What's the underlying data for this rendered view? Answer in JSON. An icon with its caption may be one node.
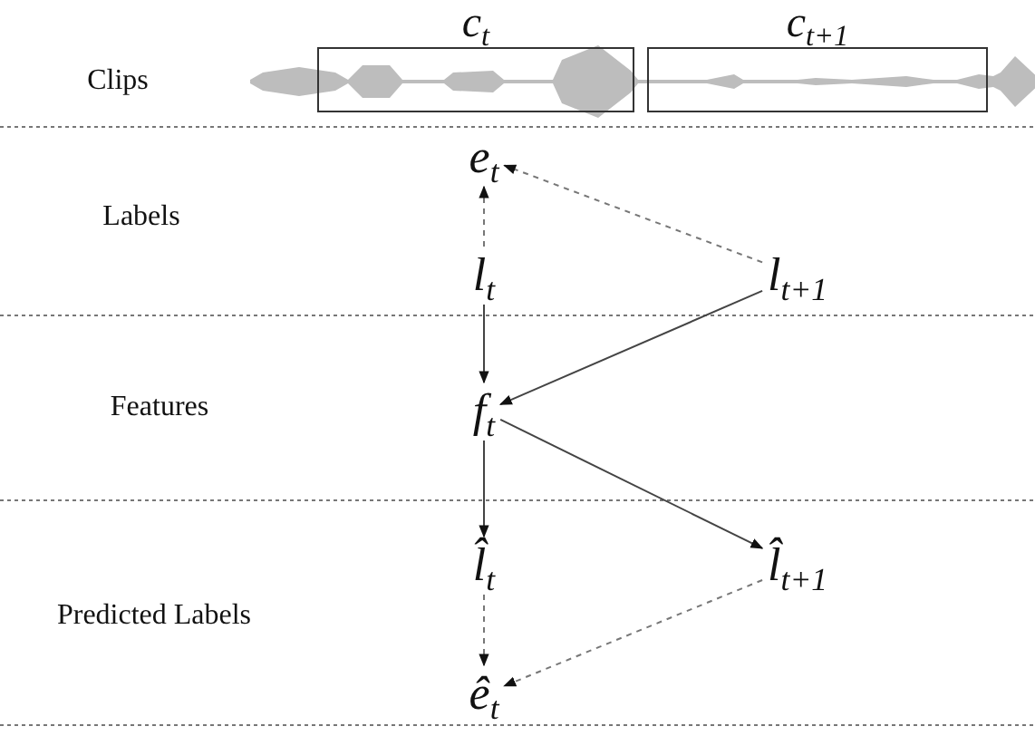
{
  "diagram": {
    "nodes": [
      {
        "text": [
          "c$_{t}$"
        ]
      },
      {
        "text": [
          "c$_{t+1}$"
        ]
      },
      {
        "text": [
          "e$_{t}$"
        ]
      },
      {
        "text": [
          "l$_{t}$"
        ]
      },
      {
        "text": [
          "l$_{t+1}$"
        ]
      },
      {
        "text": [
          "f$_{t}$"
        ]
      },
      {
        "text": [
          "l̂$_{t}$"
        ]
      },
      {
        "text": [
          "l̂$_{t+1}$"
        ]
      },
      {
        "text": [
          "ê$_{t}$"
        ]
      }
    ],
    "edges": [
      {
        "from": 3,
        "to": 2,
        "arrow": "to",
        "style": "dashed"
      },
      {
        "from": 4,
        "to": 2,
        "arrow": "to",
        "style": "dashed"
      },
      {
        "from": 3,
        "to": 5,
        "arrow": "to"
      },
      {
        "from": 4,
        "to": 5,
        "arrow": "to"
      },
      {
        "from": 5,
        "to": 6,
        "arrow": "to"
      },
      {
        "from": 5,
        "to": 7,
        "arrow": "to"
      },
      {
        "from": 6,
        "to": 8,
        "arrow": "to",
        "style": "dashed"
      },
      {
        "from": 7,
        "to": 8,
        "arrow": "to",
        "style": "dashed"
      }
    ],
    "labels": [
      "Clips",
      "Labels",
      "Features",
      "Predicted Labels"
    ]
  }
}
